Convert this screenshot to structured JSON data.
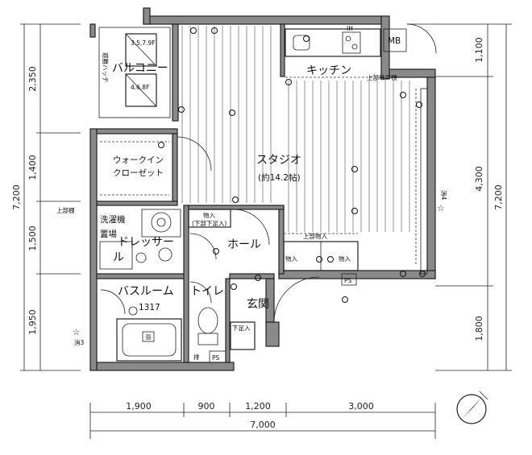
{
  "dimensions": {
    "left": [
      "2,350",
      "1,400",
      "1,500",
      "1,950"
    ],
    "left_total": "7,200",
    "right": [
      "1,100",
      "4,300",
      "1,800"
    ],
    "right_total": "7,200",
    "bottom": [
      "1,900",
      "900",
      "1,200",
      "3,000"
    ],
    "bottom_total": "7,000"
  },
  "rooms": {
    "balcony": "バルコニー",
    "kitchen": "キッチン",
    "studio": "スタジオ",
    "studio_size": "(約14.2帖)",
    "walkin_1": "ウォークイン",
    "walkin_2": "クローゼット",
    "dresser_1": "ドレッサー",
    "dresser_2": "ル",
    "hall": "ホール",
    "bathroom": "バスルーム",
    "bathroom_size": "1317",
    "toilet": "トイレ",
    "entrance": "玄関"
  },
  "labels": {
    "mb": "MB",
    "ps_right": "PS",
    "ps_bottom": "PS",
    "storage": "物入",
    "storage_sub": "(下部下足入)",
    "storage_left": "物入",
    "storage_right": "物入",
    "upper_storage": "上部物入",
    "shoe_box": "下足入",
    "laundry": "洗濯機",
    "laundry_place": "置場",
    "upper_cabinet": "上部棚",
    "kitchen_upper": "上部吊戸棚",
    "outdoor_unit_1": "3.5,7.9F",
    "outdoor_unit_2": "4.6,8F",
    "balcony_note": "避難ハッチ",
    "star_left": "☆",
    "star_right": "☆",
    "star_left_note": "消3",
    "star_right_note": "消4",
    "stove": "IH",
    "bath_mark": "浴",
    "pipe_mark": "排"
  },
  "colors": {
    "wall_fill": "#8a8a8a",
    "line": "#222222",
    "background": "#ffffff"
  },
  "icons": {
    "compass": "north-arrow-icon"
  }
}
